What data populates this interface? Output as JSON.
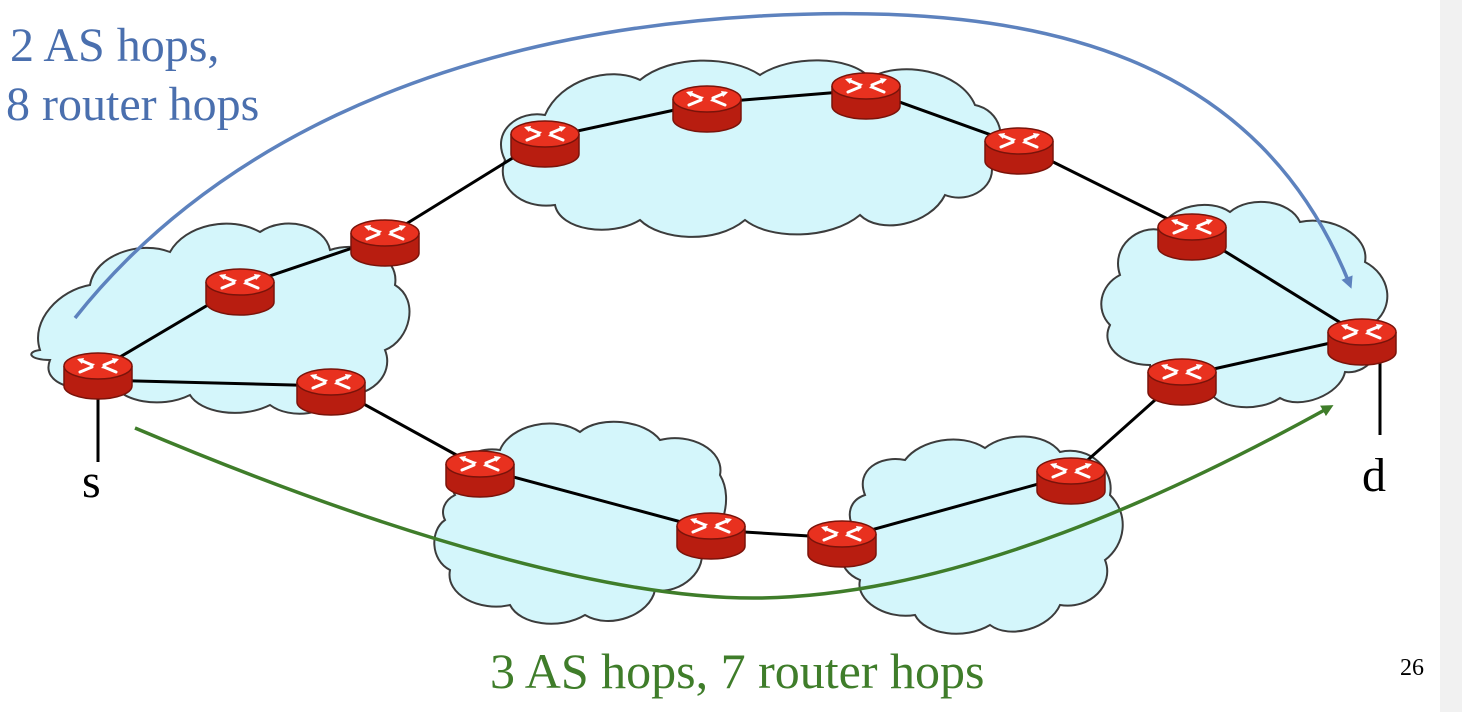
{
  "slide": {
    "path_top_label_line1": "2 AS hops,",
    "path_top_label_line2": "8 router hops",
    "path_bottom_label": "3 AS hops, 7 router hops",
    "source_label": "s",
    "destination_label": "d",
    "page_number": "26"
  },
  "colors": {
    "cloud_fill": "#d4f6fb",
    "cloud_stroke": "#3c3c3c",
    "router": "#e8311f",
    "router_dark": "#b81d10",
    "top_path": "#5d82be",
    "bottom_path": "#3f7d2a",
    "link": "#000000"
  },
  "icons": {
    "router": "router-icon",
    "cloud": "cloud-icon"
  }
}
